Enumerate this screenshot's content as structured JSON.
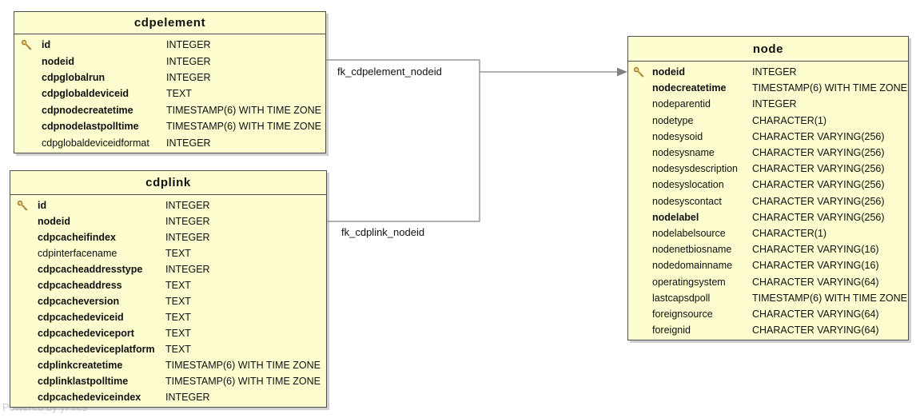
{
  "watermark": "Powered by yFiles",
  "colors": {
    "table_fill": "#FCFCCE",
    "table_border": "#4F4F4F",
    "connector": "#808080",
    "key_icon_gold": "#E8C56A",
    "watermark_text": "#C9C9C9"
  },
  "icons": {
    "primary_key": "key-icon"
  },
  "tables": [
    {
      "name": "cdpelement",
      "columns": [
        {
          "name": "id",
          "type": "INTEGER",
          "bold": true,
          "primary_key": true
        },
        {
          "name": "nodeid",
          "type": "INTEGER",
          "bold": true,
          "primary_key": false
        },
        {
          "name": "cdpglobalrun",
          "type": "INTEGER",
          "bold": true,
          "primary_key": false
        },
        {
          "name": "cdpglobaldeviceid",
          "type": "TEXT",
          "bold": true,
          "primary_key": false
        },
        {
          "name": "cdpnodecreatetime",
          "type": "TIMESTAMP(6) WITH TIME ZONE",
          "bold": true,
          "primary_key": false
        },
        {
          "name": "cdpnodelastpolltime",
          "type": "TIMESTAMP(6) WITH TIME ZONE",
          "bold": true,
          "primary_key": false
        },
        {
          "name": "cdpglobaldeviceidformat",
          "type": "INTEGER",
          "bold": false,
          "primary_key": false
        }
      ]
    },
    {
      "name": "cdplink",
      "columns": [
        {
          "name": "id",
          "type": "INTEGER",
          "bold": true,
          "primary_key": true
        },
        {
          "name": "nodeid",
          "type": "INTEGER",
          "bold": true,
          "primary_key": false
        },
        {
          "name": "cdpcacheifindex",
          "type": "INTEGER",
          "bold": true,
          "primary_key": false
        },
        {
          "name": "cdpinterfacename",
          "type": "TEXT",
          "bold": false,
          "primary_key": false
        },
        {
          "name": "cdpcacheaddresstype",
          "type": "INTEGER",
          "bold": true,
          "primary_key": false
        },
        {
          "name": "cdpcacheaddress",
          "type": "TEXT",
          "bold": true,
          "primary_key": false
        },
        {
          "name": "cdpcacheversion",
          "type": "TEXT",
          "bold": true,
          "primary_key": false
        },
        {
          "name": "cdpcachedeviceid",
          "type": "TEXT",
          "bold": true,
          "primary_key": false
        },
        {
          "name": "cdpcachedeviceport",
          "type": "TEXT",
          "bold": true,
          "primary_key": false
        },
        {
          "name": "cdpcachedeviceplatform",
          "type": "TEXT",
          "bold": true,
          "primary_key": false
        },
        {
          "name": "cdplinkcreatetime",
          "type": "TIMESTAMP(6) WITH TIME ZONE",
          "bold": true,
          "primary_key": false
        },
        {
          "name": "cdplinklastpolltime",
          "type": "TIMESTAMP(6) WITH TIME ZONE",
          "bold": true,
          "primary_key": false
        },
        {
          "name": "cdpcachedeviceindex",
          "type": "INTEGER",
          "bold": true,
          "primary_key": false
        }
      ]
    },
    {
      "name": "node",
      "columns": [
        {
          "name": "nodeid",
          "type": "INTEGER",
          "bold": true,
          "primary_key": true
        },
        {
          "name": "nodecreatetime",
          "type": "TIMESTAMP(6) WITH TIME ZONE",
          "bold": true,
          "primary_key": false
        },
        {
          "name": "nodeparentid",
          "type": "INTEGER",
          "bold": false,
          "primary_key": false
        },
        {
          "name": "nodetype",
          "type": "CHARACTER(1)",
          "bold": false,
          "primary_key": false
        },
        {
          "name": "nodesysoid",
          "type": "CHARACTER VARYING(256)",
          "bold": false,
          "primary_key": false
        },
        {
          "name": "nodesysname",
          "type": "CHARACTER VARYING(256)",
          "bold": false,
          "primary_key": false
        },
        {
          "name": "nodesysdescription",
          "type": "CHARACTER VARYING(256)",
          "bold": false,
          "primary_key": false
        },
        {
          "name": "nodesyslocation",
          "type": "CHARACTER VARYING(256)",
          "bold": false,
          "primary_key": false
        },
        {
          "name": "nodesyscontact",
          "type": "CHARACTER VARYING(256)",
          "bold": false,
          "primary_key": false
        },
        {
          "name": "nodelabel",
          "type": "CHARACTER VARYING(256)",
          "bold": true,
          "primary_key": false
        },
        {
          "name": "nodelabelsource",
          "type": "CHARACTER(1)",
          "bold": false,
          "primary_key": false
        },
        {
          "name": "nodenetbiosname",
          "type": "CHARACTER VARYING(16)",
          "bold": false,
          "primary_key": false
        },
        {
          "name": "nodedomainname",
          "type": "CHARACTER VARYING(16)",
          "bold": false,
          "primary_key": false
        },
        {
          "name": "operatingsystem",
          "type": "CHARACTER VARYING(64)",
          "bold": false,
          "primary_key": false
        },
        {
          "name": "lastcapsdpoll",
          "type": "TIMESTAMP(6) WITH TIME ZONE",
          "bold": false,
          "primary_key": false
        },
        {
          "name": "foreignsource",
          "type": "CHARACTER VARYING(64)",
          "bold": false,
          "primary_key": false
        },
        {
          "name": "foreignid",
          "type": "CHARACTER VARYING(64)",
          "bold": false,
          "primary_key": false
        }
      ]
    }
  ],
  "relations": [
    {
      "label": "fk_cdpelement_nodeid",
      "from": "cdpelement.nodeid",
      "to": "node.nodeid"
    },
    {
      "label": "fk_cdplink_nodeid",
      "from": "cdplink.nodeid",
      "to": "node.nodeid"
    }
  ]
}
